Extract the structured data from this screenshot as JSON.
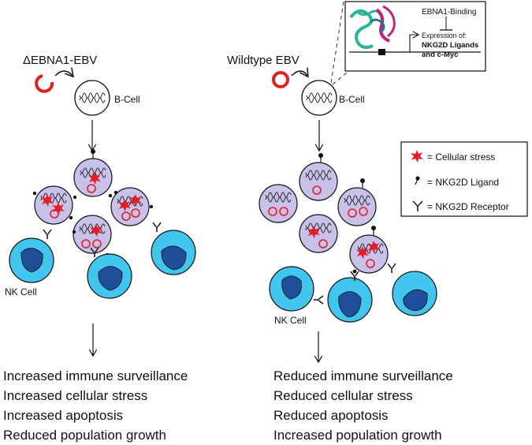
{
  "left_panel": {
    "virus_label": "ΔEBNA1-EBV",
    "bcell_label": "B-Cell",
    "nk_label": "NK Cell",
    "outcomes": [
      "Increased immune surveillance",
      "Increased cellular stress",
      "Increased apoptosis",
      "Reduced population growth"
    ]
  },
  "right_panel": {
    "virus_label": "Wildtype EBV",
    "bcell_label": "B-Cell",
    "nk_label": "NK Cell",
    "outcomes": [
      "Reduced immune surveillance",
      "Reduced cellular stress",
      "Reduced apoptosis",
      "Increased population growth"
    ]
  },
  "inset": {
    "binding_label": "EBNA1-Binding",
    "expression_label": "Expression of:",
    "targets_line1": "NKG2D Ligands",
    "targets_line2": "and c-Myc"
  },
  "legend": {
    "items": [
      {
        "icon": "stress-burst-icon",
        "label": "= Cellular stress"
      },
      {
        "icon": "ligand-pin-icon",
        "label": "= NKG2D Ligand"
      },
      {
        "icon": "receptor-y-icon",
        "label": "= NKG2D Receptor"
      }
    ]
  },
  "colors": {
    "bcell_fill": "#c9c1e9",
    "nk_fill": "#43c6ee",
    "nk_nucleus": "#1f4e9a",
    "virus_red": "#e02020",
    "stress_red": "#e31e24"
  }
}
